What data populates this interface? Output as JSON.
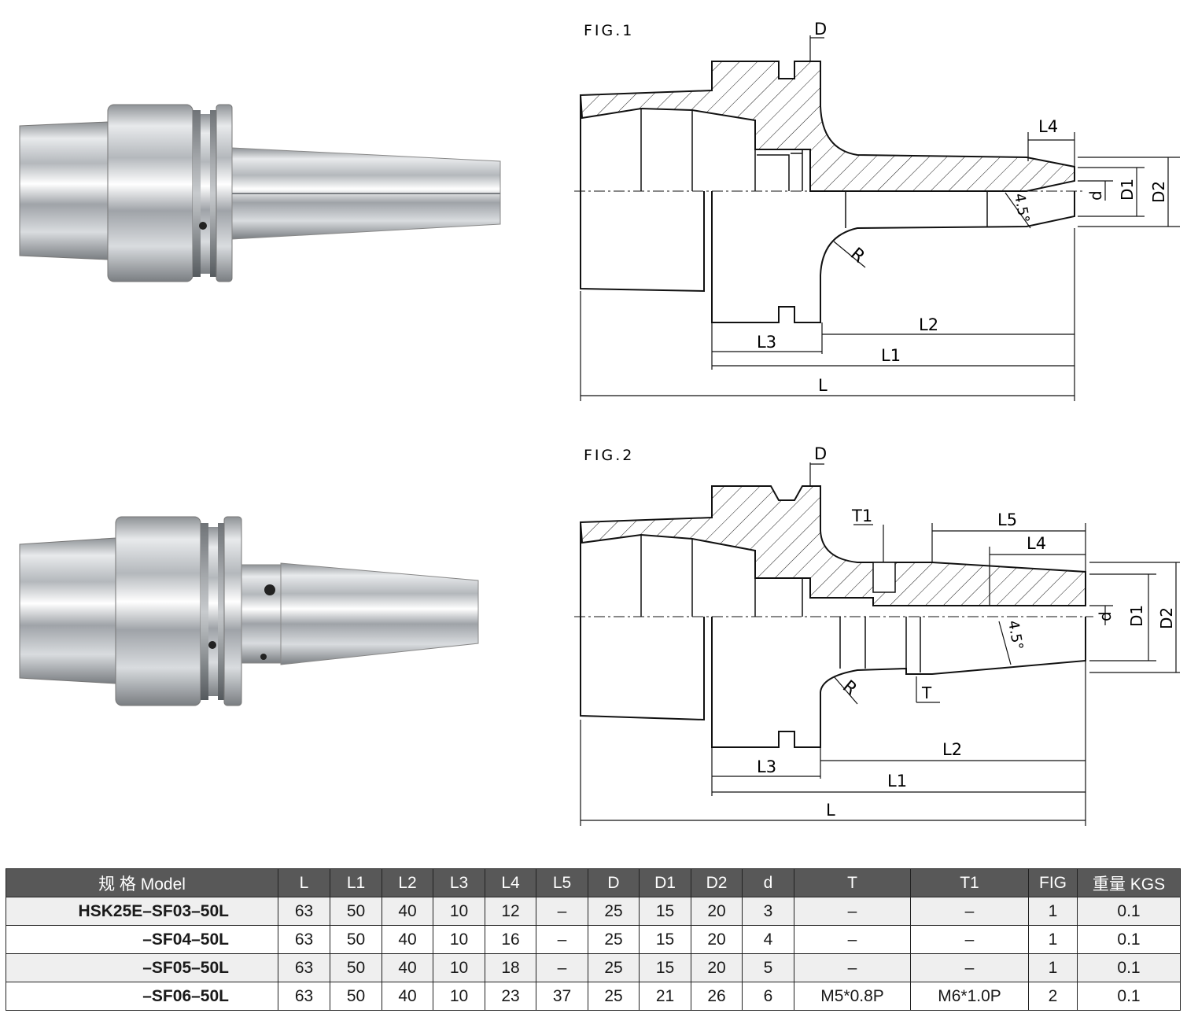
{
  "figures": {
    "fig1": {
      "label": "FIG.1",
      "dims": {
        "D": "D",
        "L4": "L4",
        "d": "d",
        "D1": "D1",
        "D2": "D2",
        "angle": "4.5°",
        "R": "R",
        "L2": "L2",
        "L3": "L3",
        "L1": "L1",
        "L": "L"
      }
    },
    "fig2": {
      "label": "FIG.2",
      "dims": {
        "D": "D",
        "T1": "T1",
        "L5": "L5",
        "L4": "L4",
        "d": "d",
        "D1": "D1",
        "D2": "D2",
        "angle": "4.5°",
        "R": "R",
        "T": "T",
        "L2": "L2",
        "L3": "L3",
        "L1": "L1",
        "L": "L"
      }
    }
  },
  "table": {
    "headers": [
      "规 格 Model",
      "L",
      "L1",
      "L2",
      "L3",
      "L4",
      "L5",
      "D",
      "D1",
      "D2",
      "d",
      "T",
      "T1",
      "FIG",
      "重量 KGS"
    ],
    "rows": [
      [
        "HSK25E–SF03–50L",
        "63",
        "50",
        "40",
        "10",
        "12",
        "–",
        "25",
        "15",
        "20",
        "3",
        "–",
        "–",
        "1",
        "0.1"
      ],
      [
        "–SF04–50L",
        "63",
        "50",
        "40",
        "10",
        "16",
        "–",
        "25",
        "15",
        "20",
        "4",
        "–",
        "–",
        "1",
        "0.1"
      ],
      [
        "–SF05–50L",
        "63",
        "50",
        "40",
        "10",
        "18",
        "–",
        "25",
        "15",
        "20",
        "5",
        "–",
        "–",
        "1",
        "0.1"
      ],
      [
        "–SF06–50L",
        "63",
        "50",
        "40",
        "10",
        "23",
        "37",
        "25",
        "21",
        "26",
        "6",
        "M5*0.8P",
        "M6*1.0P",
        "2",
        "0.1"
      ]
    ]
  }
}
